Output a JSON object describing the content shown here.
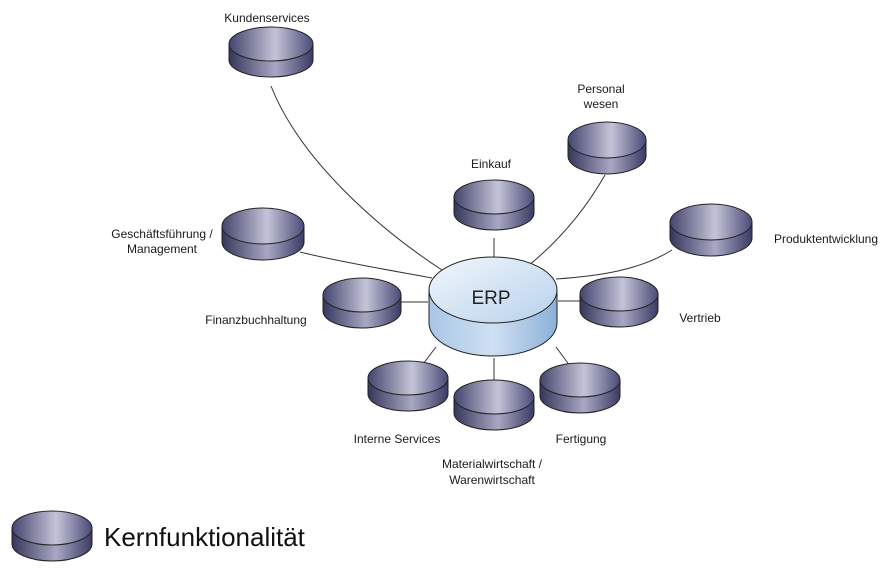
{
  "hub": {
    "label": "ERP"
  },
  "nodes": {
    "kundenservices": {
      "label": "Kundenservices"
    },
    "personalwesen": {
      "line1": "Personal",
      "line2": "wesen"
    },
    "einkauf": {
      "label": "Einkauf"
    },
    "produktentwicklung": {
      "label": "Produktentwicklung"
    },
    "geschaeftsfuehrung": {
      "line1": "Geschäftsführung /",
      "line2": "Management"
    },
    "finanzbuchhaltung": {
      "label": "Finanzbuchhaltung"
    },
    "vertrieb": {
      "label": "Vertrieb"
    },
    "interne_services": {
      "label": "Interne Services"
    },
    "materialwirtschaft": {
      "line1": "Materialwirtschaft /",
      "line2": "Warenwirtschaft"
    },
    "fertigung": {
      "label": "Fertigung"
    }
  },
  "legend": {
    "label": "Kernfunktionalität"
  },
  "colors": {
    "node_dark": "#4a4a7a",
    "node_light": "#c8c8dc",
    "hub_light": "#d8e8f6",
    "hub_dark": "#8fb4dc",
    "line": "#333333"
  }
}
